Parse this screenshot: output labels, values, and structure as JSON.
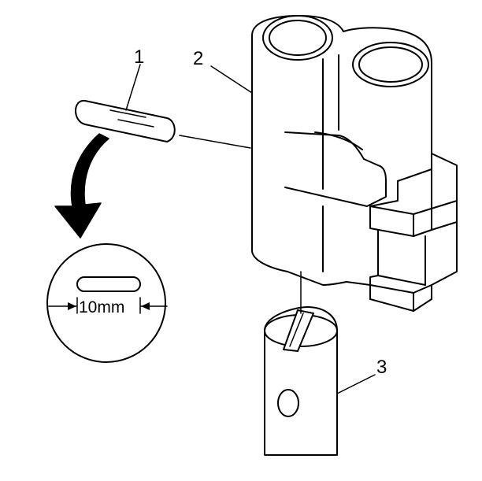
{
  "callouts": {
    "c1": "1",
    "c2": "2",
    "c3": "3"
  },
  "detail": {
    "dimension_text": "10mm"
  },
  "icons": {
    "arrow": "curved-arrow-icon"
  }
}
